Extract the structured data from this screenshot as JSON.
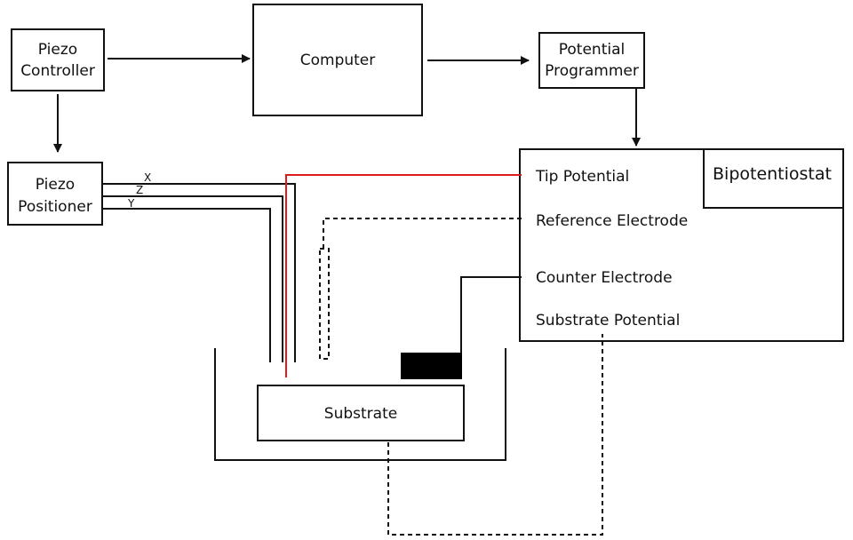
{
  "boxes": {
    "piezo_controller": [
      "Piezo",
      "Controller"
    ],
    "computer": "Computer",
    "potential_programmer": [
      "Potential",
      "Programmer"
    ],
    "piezo_positioner": [
      "Piezo",
      "Positioner"
    ],
    "bipotentiostat": "Bipotentiostat",
    "substrate": "Substrate"
  },
  "axes": {
    "x": "X",
    "z": "Z",
    "y": "Y"
  },
  "terminals": {
    "tip_potential": "Tip Potential",
    "reference_electrode": "Reference Electrode",
    "counter_electrode": "Counter Electrode",
    "substrate_potential": "Substrate Potential"
  },
  "colors": {
    "line": "#111111",
    "tip_wire": "#e0191b",
    "counter_electrode_block": "#000000"
  }
}
